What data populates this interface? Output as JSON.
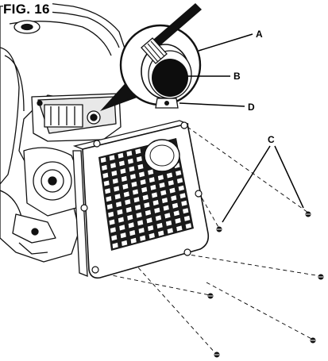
{
  "figure": {
    "title": "FIG. 16"
  },
  "callouts": [
    {
      "id": "A",
      "label": "A"
    },
    {
      "id": "B",
      "label": "B"
    },
    {
      "id": "C",
      "label": "C"
    },
    {
      "id": "D",
      "label": "D"
    }
  ]
}
